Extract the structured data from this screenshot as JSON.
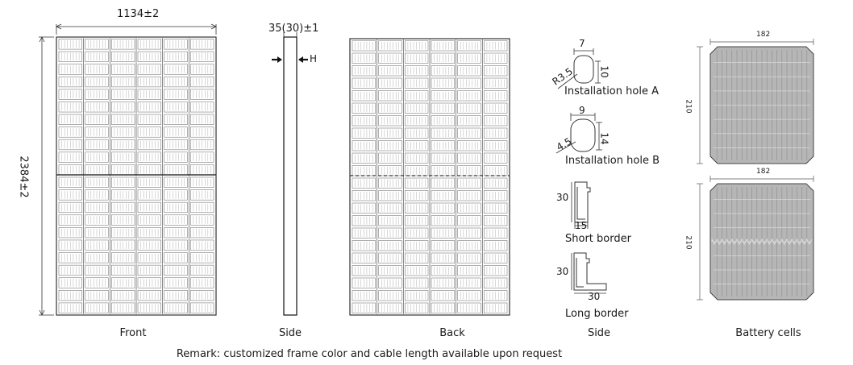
{
  "dimensions": {
    "width_label": "1134±2",
    "height_label": "2384±2",
    "thickness_label": "35(30)±1",
    "thickness_marker": "H"
  },
  "captions": {
    "front": "Front",
    "side": "Side",
    "back": "Back",
    "side2": "Side",
    "cells": "Battery cells"
  },
  "details": {
    "hole_a": {
      "title": "Installation hole A",
      "w": "7",
      "h": "10",
      "r": "R3.5"
    },
    "hole_b": {
      "title": "Installation hole B",
      "w": "9",
      "h": "14",
      "r": "4.5"
    },
    "short_border": {
      "title": "Short border",
      "h": "30",
      "w": "15"
    },
    "long_border": {
      "title": "Long border",
      "h": "30",
      "w": "30"
    }
  },
  "cells": {
    "top": {
      "w": "182",
      "h": "210"
    },
    "bottom": {
      "w": "182",
      "h": "210"
    }
  },
  "remark": "Remark: customized frame color and cable length available upon request"
}
